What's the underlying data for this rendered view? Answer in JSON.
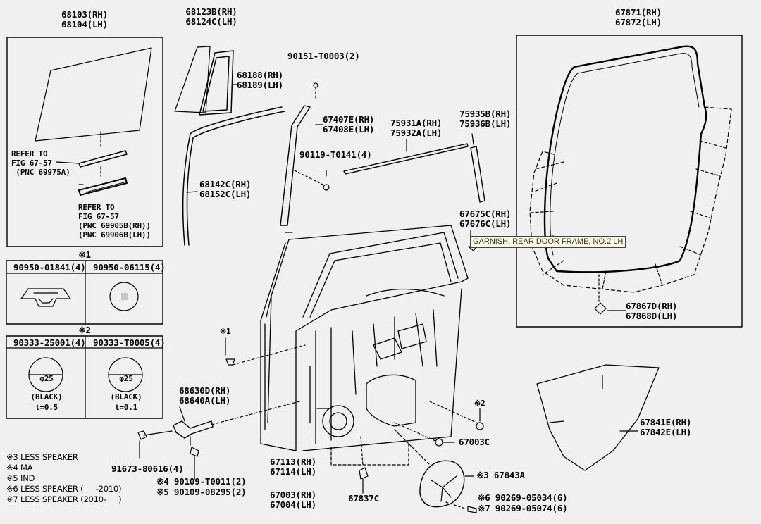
{
  "labels": {
    "p68103": "68103(RH)\n68104(LH)",
    "p68123": "68123B(RH)\n68124C(LH)",
    "p68188": "68188(RH)\n68189(LH)",
    "p90151": "90151-T0003(2)",
    "p67407": "67407E(RH)\n67408E(LH)",
    "p75931": "75931A(RH)\n75932A(LH)",
    "p75935": "75935B(RH)\n75936B(LH)",
    "p90119": "90119-T0141(4)",
    "p68142": "68142C(RH)\n68152C(LH)",
    "p67675": "67675C(RH)\n67676C(LH)",
    "p67871": "67871(RH)\n67872(LH)",
    "p67867": "67867D(RH)\n67868D(LH)",
    "ref1": "REFER TO\nFIG 67-57\n (PNC 69975A)",
    "ref2": "REFER TO\nFIG 67-57\n(PNC 69905B(RH))\n(PNC 69906B(LH))",
    "note1_mark": "※1",
    "p90950a": "90950-01841(4)",
    "p90950b": "90950-06115(4)",
    "note2_mark": "※2",
    "p90333a": "90333-25001(4)",
    "p90333b": "90333-T0005(4)",
    "phi_a": "φ25",
    "phi_b": "φ25",
    "black_a": "(BLACK)",
    "black_b": "(BLACK)",
    "thick_a": "t=0.5",
    "thick_b": "t=0.1",
    "mark1_door": "※1",
    "mark2_door": "※2",
    "p68630": "68630D(RH)\n68640A(LH)",
    "p91673": "91673-80616(4)",
    "p90109a": "※4 90109-T0011(2)",
    "p90109b": "※5 90109-08295(2)",
    "p67113": "67113(RH)\n67114(LH)",
    "p67003a": "67003(RH)\n67004(LH)",
    "p67837": "67837C",
    "p67003c": "67003C",
    "p67843": "※3 67843A",
    "p90269a": "※6 90269-05034(6)",
    "p90269b": "※7 90269-05074(6)",
    "p67841": "67841E(RH)\n67842E(LH)"
  },
  "legend": [
    "※3 LESS SPEAKER",
    "※4 MA",
    "※5 IND",
    "※6 LESS SPEAKER (     -2010)",
    "※7 LESS SPEAKER (2010-     )"
  ],
  "tooltip": "GARNISH, REAR DOOR FRAME, NO.2 LH"
}
